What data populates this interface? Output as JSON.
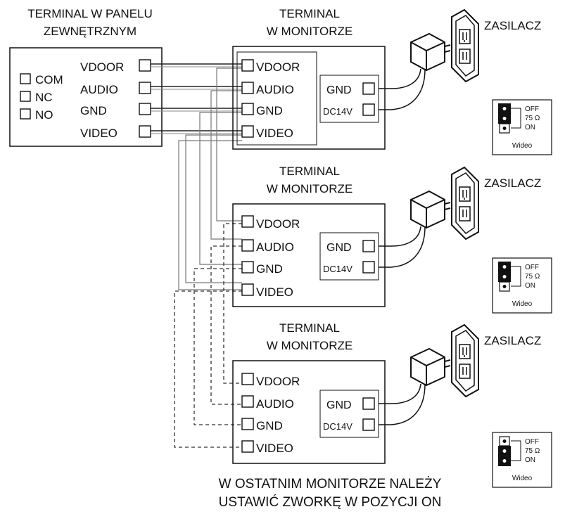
{
  "outdoor_panel": {
    "title_line1": "TERMINAL W PANELU",
    "title_line2": "ZEWNĘTRZNYM",
    "left_terminals": [
      "COM",
      "NC",
      "NO"
    ],
    "right_terminals": [
      "VDOOR",
      "AUDIO",
      "GND",
      "VIDEO"
    ]
  },
  "monitor_title_line1": "TERMINAL",
  "monitor_title_line2": "W MONITORZE",
  "monitor_terminals": [
    "VDOOR",
    "AUDIO",
    "GND",
    "VIDEO"
  ],
  "power_terminals": [
    "GND",
    "DC14V"
  ],
  "power_supply_label": "ZASILACZ",
  "jumper": {
    "labels": [
      "OFF",
      "75 Ω",
      "ON"
    ],
    "caption": "Wideo",
    "settings": [
      "OFF",
      "OFF",
      "ON"
    ]
  },
  "footer_line1": "W OSTATNIM MONITORZE NALEŻY",
  "footer_line2": "USTAWIĆ ZWORKĘ W POZYCJI ON"
}
